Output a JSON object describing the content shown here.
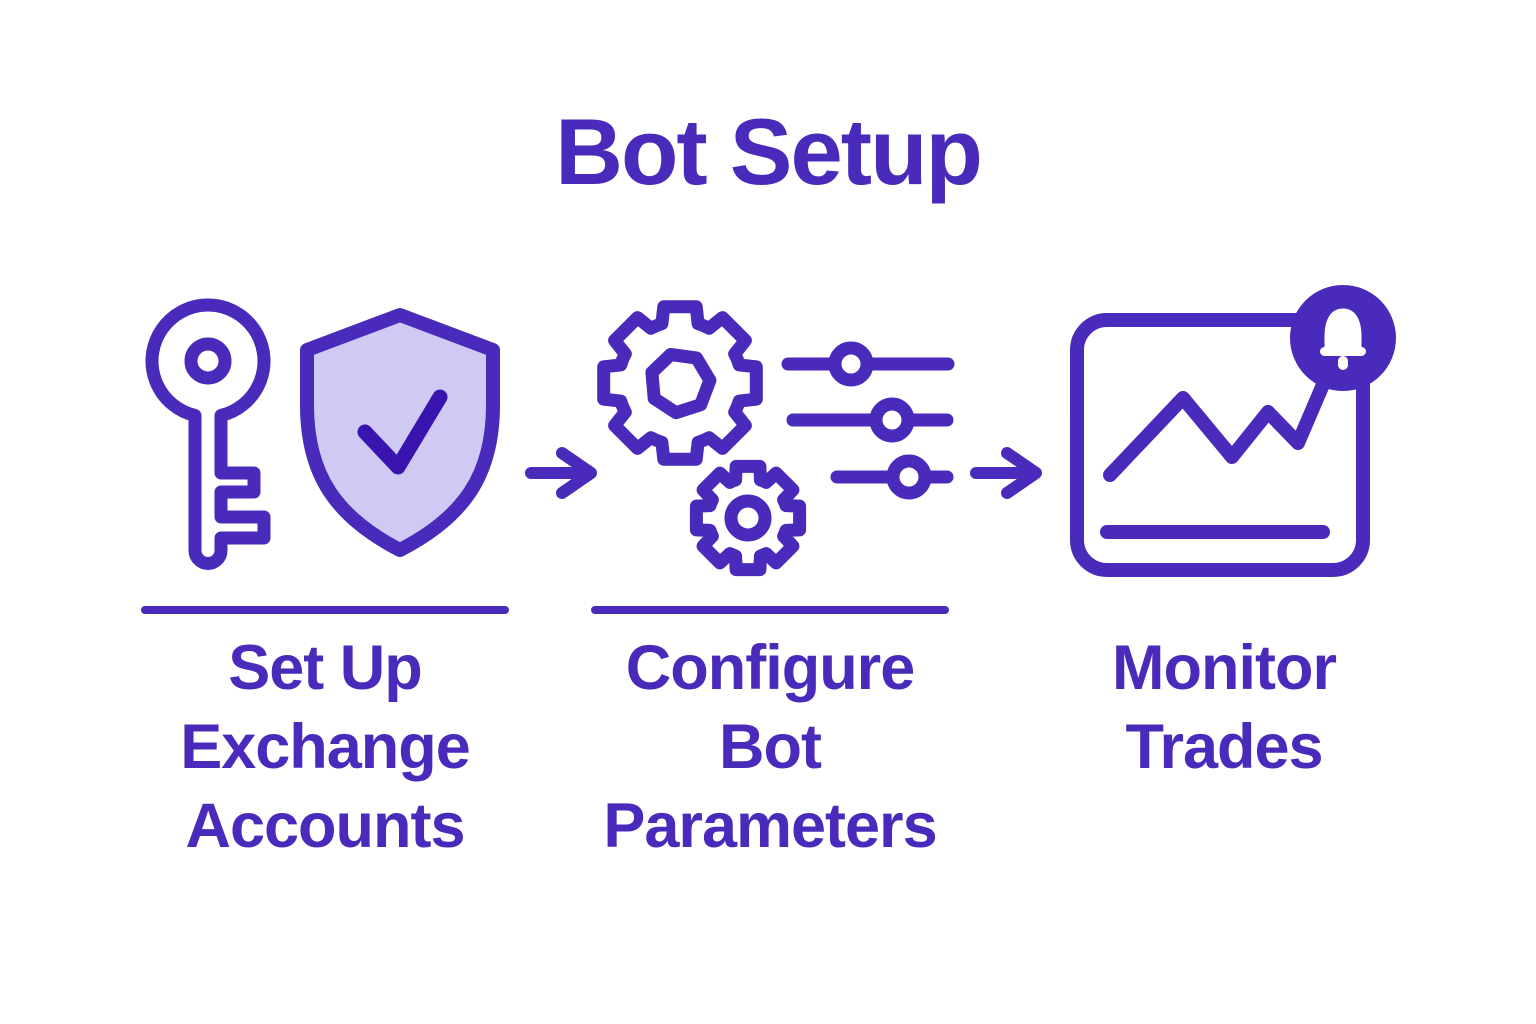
{
  "title": "Bot Setup",
  "colors": {
    "primary": "#4A2ABA",
    "accent_dark": "#3A14AE",
    "shield_fill": "#CFC9F4",
    "background": "#FFFFFF"
  },
  "steps": [
    {
      "name": "set-up-exchange-accounts",
      "label_lines": [
        "Set Up",
        "Exchange",
        "Accounts"
      ],
      "icons": [
        "key-icon",
        "shield-check-icon"
      ]
    },
    {
      "name": "configure-bot-parameters",
      "label_lines": [
        "Configure",
        "Bot",
        "Parameters"
      ],
      "icons": [
        "gears-icon",
        "sliders-icon"
      ]
    },
    {
      "name": "monitor-trades",
      "label_lines": [
        "Monitor",
        "Trades"
      ],
      "icons": [
        "trade-chart-icon",
        "alert-bell-badge-icon"
      ]
    }
  ],
  "connectors": [
    {
      "type": "arrow-right"
    },
    {
      "type": "arrow-right"
    }
  ]
}
